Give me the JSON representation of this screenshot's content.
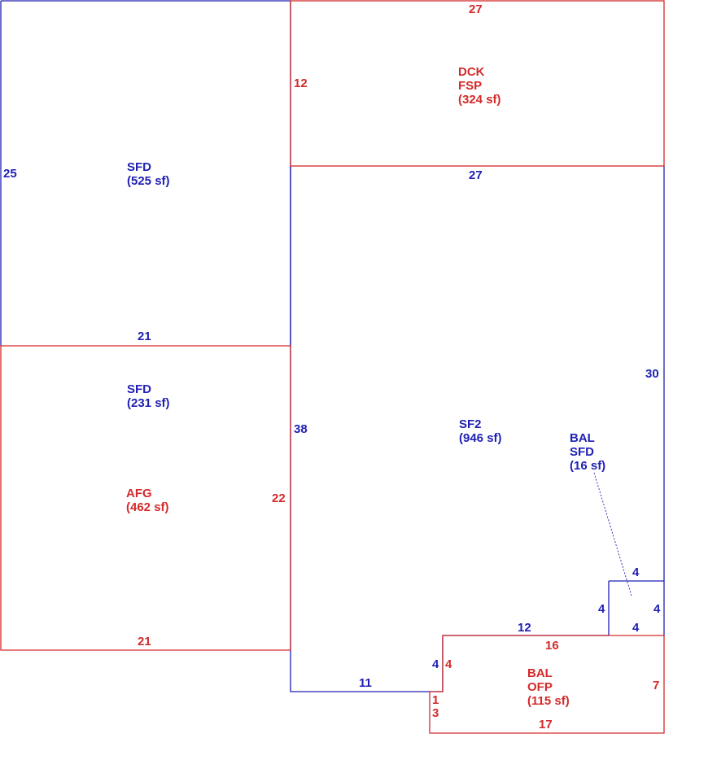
{
  "colors": {
    "blue": "#1f1fb4",
    "red": "#d42a2a"
  },
  "areas": {
    "sfd_upper": {
      "code": "SFD",
      "area": "(525 sf)"
    },
    "dck_fsp": {
      "code1": "DCK",
      "code2": "FSP",
      "area": "(324 sf)"
    },
    "sf2": {
      "code": "SF2",
      "area": "(946 sf)"
    },
    "sfd_lower": {
      "code": "SFD",
      "area": "(231 sf)"
    },
    "afg": {
      "code": "AFG",
      "area": "(462 sf)"
    },
    "bal_sfd": {
      "code1": "BAL",
      "code2": "SFD",
      "area": "(16 sf)"
    },
    "bal_ofp": {
      "code1": "BAL",
      "code2": "OFP",
      "area": "(115 sf)"
    }
  },
  "dims": {
    "dck_top": "27",
    "dck_left": "12",
    "sf2_top": "27",
    "sfd_left": "25",
    "sfd_bottom": "21",
    "sf2_left": "38",
    "sf2_right": "30",
    "afg_right": "22",
    "afg_bottom": "21",
    "bal_top": "4",
    "bal_left": "4",
    "bal_right": "4",
    "bal_bottom": "4",
    "sf2_bottom_right": "12",
    "ofp_top": "16",
    "sf2_step": "4",
    "ofp_step": "4",
    "sf2_bottom": "11",
    "ofp_right": "7",
    "ofp_notch_top": "1",
    "ofp_notch_bottom": "3",
    "ofp_bottom": "17"
  }
}
